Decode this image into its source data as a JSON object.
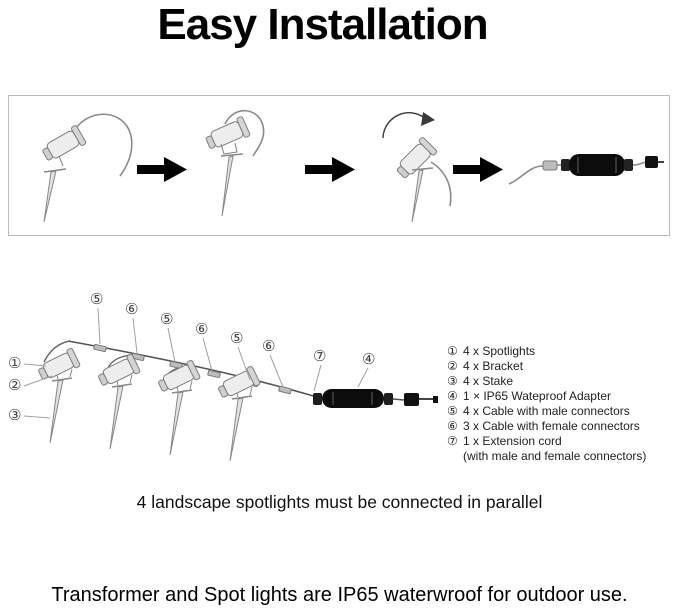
{
  "title": "Easy Installation",
  "callouts": {
    "left": [
      "①",
      "②",
      "③"
    ],
    "cable": [
      "⑤",
      "⑥",
      "⑤",
      "⑥",
      "⑤",
      "⑥"
    ],
    "extension": "⑦",
    "adapter": "④"
  },
  "legend": [
    {
      "num": "①",
      "label": "4 x Spotlights"
    },
    {
      "num": "②",
      "label": "4 x Bracket"
    },
    {
      "num": "③",
      "label": "4 x Stake"
    },
    {
      "num": "④",
      "label": "1 × IP65 Wateproof Adapter"
    },
    {
      "num": "⑤",
      "label": "4 x Cable with male connectors"
    },
    {
      "num": "⑥",
      "label": "3 x Cable with female connectors"
    },
    {
      "num": "⑦",
      "label": "1 x Extension cord"
    },
    {
      "num": "",
      "label": "(with male and female connectors)"
    }
  ],
  "caption": "4 landscape spotlights must be connected in parallel",
  "footer": "Transformer and Spot lights are IP65 waterwroof for outdoor use.",
  "colors": {
    "arrow": "#000000",
    "adapter_body": "#0c0c0c",
    "line_art": "#7d7d7d",
    "panel_border": "#b9b9b9"
  },
  "icons": {
    "step_arrow": "solid-right-arrow",
    "rotation_arrow": "curved-adjust-arrow"
  }
}
